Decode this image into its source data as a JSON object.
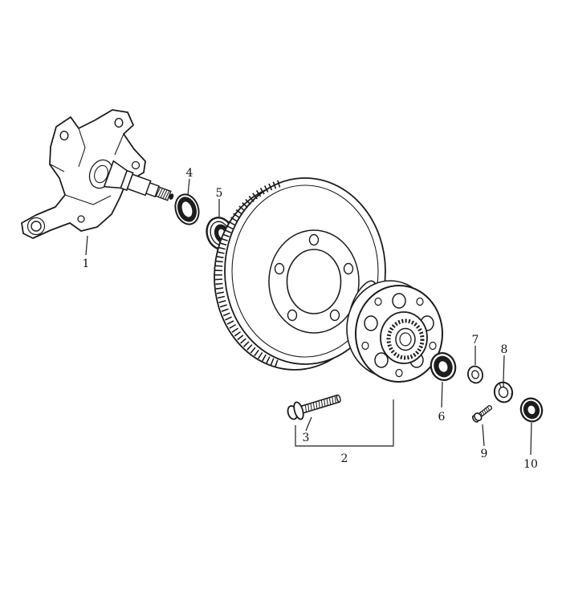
{
  "canvas": {
    "background": "#ffffff",
    "ink": "#1c1c1c"
  },
  "diagram": {
    "kind": "exploded-parts-diagram"
  },
  "callouts": {
    "part1": "1",
    "part2": "2",
    "part3": "3",
    "part4": "4",
    "part5": "5",
    "part6": "6",
    "part7": "7",
    "part8": "8",
    "part9": "9",
    "part10": "10"
  }
}
